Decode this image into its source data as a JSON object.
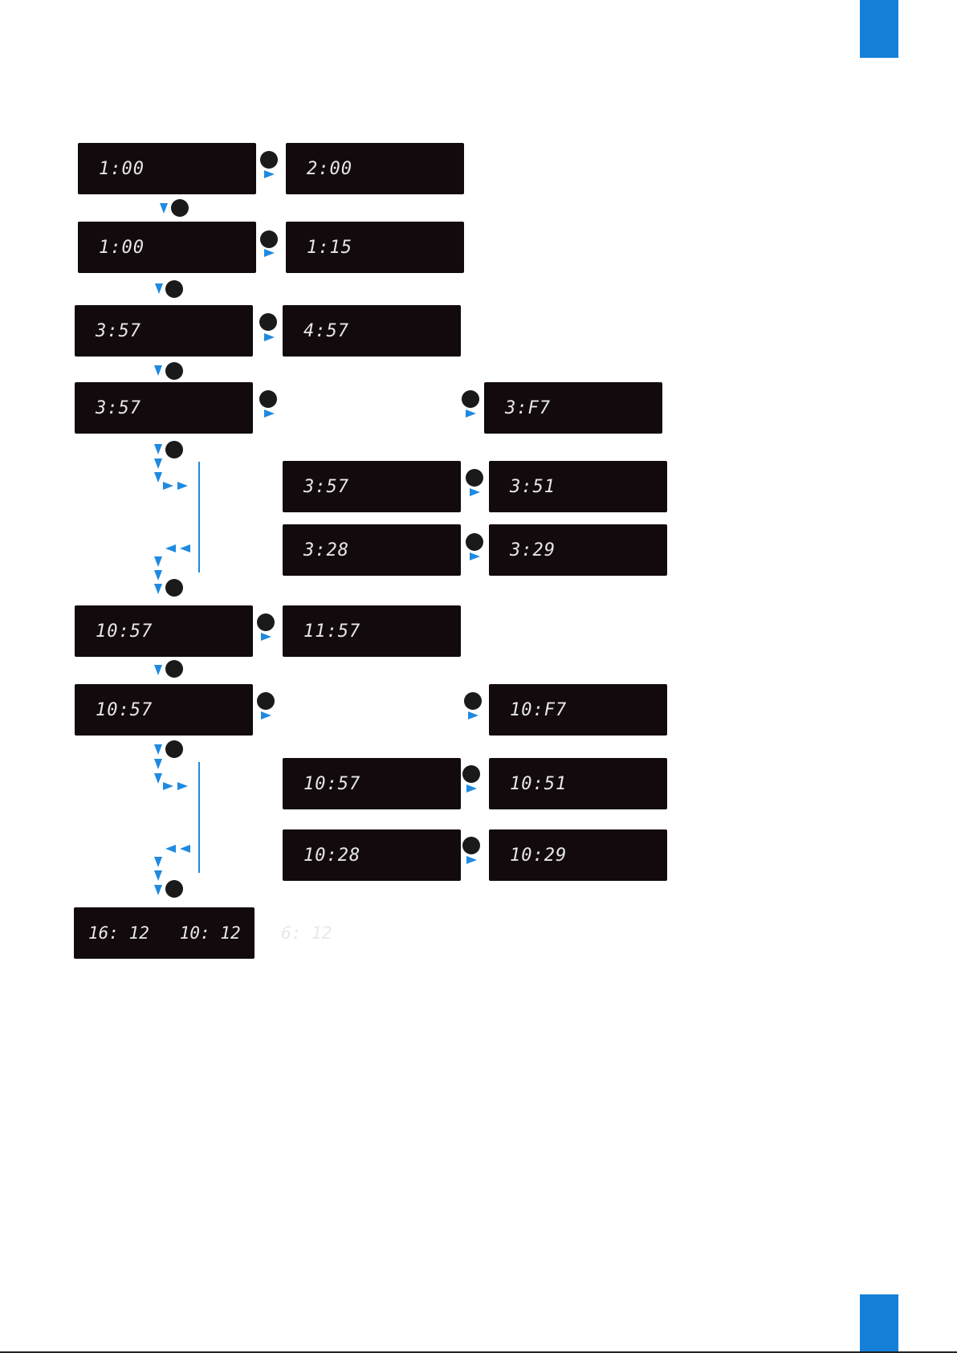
{
  "colors": {
    "accent": "#1480d8",
    "arrow": "#1f8ae0",
    "lcd_bg": "#120a0c",
    "lcd_text": "#e8e8e8"
  },
  "displays": {
    "r1a": "1:00",
    "r1b": "2:00",
    "r2a": "1:00",
    "r2b": "1:15",
    "r3a": "3:57",
    "r3b": "4:57",
    "r4a": "3:57",
    "r4c": "3:F7",
    "r5b": "3:57",
    "r5c": "3:51",
    "r6b": "3:28",
    "r6c": "3:29",
    "r7a": "10:57",
    "r7b": "11:57",
    "r8a": "10:57",
    "r8c": "10:F7",
    "r9b": "10:57",
    "r9c": "10:51",
    "r10b": "10:28",
    "r10c": "10:29",
    "final": "16: 12   10: 12    6: 12"
  }
}
